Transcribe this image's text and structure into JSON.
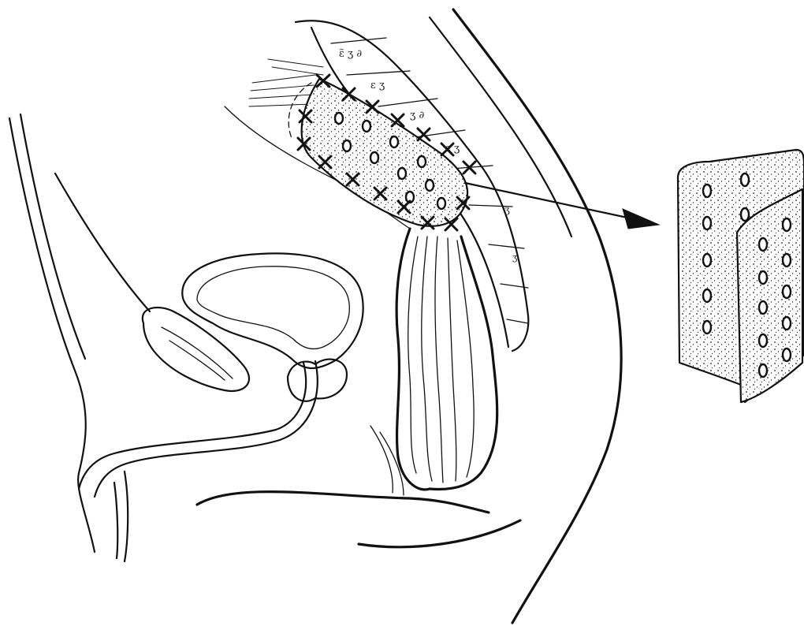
{
  "illustration": {
    "subject": "",
    "structures": [
      "body-outline",
      "pubic-symphysis",
      "bladder",
      "seminal-vesicle",
      "rectum",
      "sacrum",
      "sutured-mesh",
      "mesh-detail"
    ],
    "arrow": "points-to-mesh-detail",
    "colors": {
      "ink": "#111111",
      "paper": "#ffffff"
    }
  }
}
